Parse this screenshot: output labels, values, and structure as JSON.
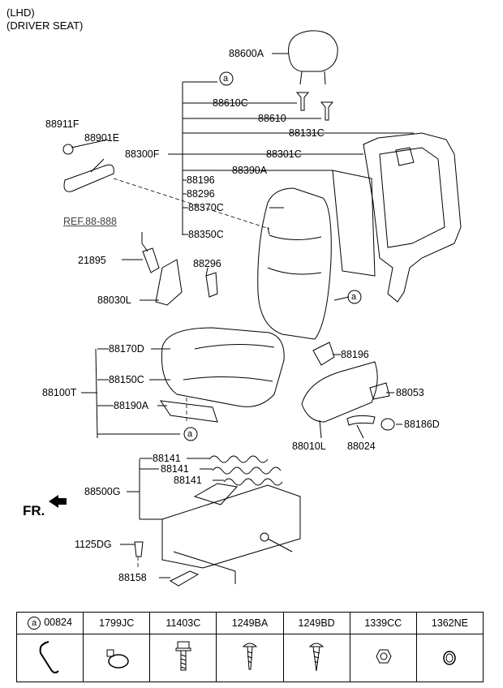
{
  "header": {
    "line1": "(LHD)",
    "line2": "(DRIVER SEAT)"
  },
  "fr_label": "FR.",
  "ref_label": "REF.88-888",
  "circle_marker": "a",
  "labels": {
    "p88600A": "88600A",
    "p88610C": "88610C",
    "p88610": "88610",
    "p88131C": "88131C",
    "p88300F": "88300F",
    "p88301C": "88301C",
    "p88390A": "88390A",
    "p88196a": "88196",
    "p88296a": "88296",
    "p88370C": "88370C",
    "p88350C": "88350C",
    "p88911F": "88911F",
    "p88901E": "88901E",
    "p21895": "21895",
    "p88296b": "88296",
    "p88030L": "88030L",
    "p88170D": "88170D",
    "p88100T": "88100T",
    "p88150C": "88150C",
    "p88190A": "88190A",
    "p88196b": "88196",
    "p88053": "88053",
    "p88186D": "88186D",
    "p88010L": "88010L",
    "p88024": "88024",
    "p88141a": "88141",
    "p88141b": "88141",
    "p88141c": "88141",
    "p88500G": "88500G",
    "p1125DG": "1125DG",
    "p88158": "88158"
  },
  "legend": {
    "marker": "a",
    "codes": [
      "00824",
      "1799JC",
      "11403C",
      "1249BA",
      "1249BD",
      "1339CC",
      "1362NE"
    ],
    "icons": [
      "wire-clip-icon",
      "cable-tie-icon",
      "flange-bolt-icon",
      "screw-icon",
      "tapping-screw-icon",
      "hex-nut-icon",
      "ring-icon"
    ]
  }
}
